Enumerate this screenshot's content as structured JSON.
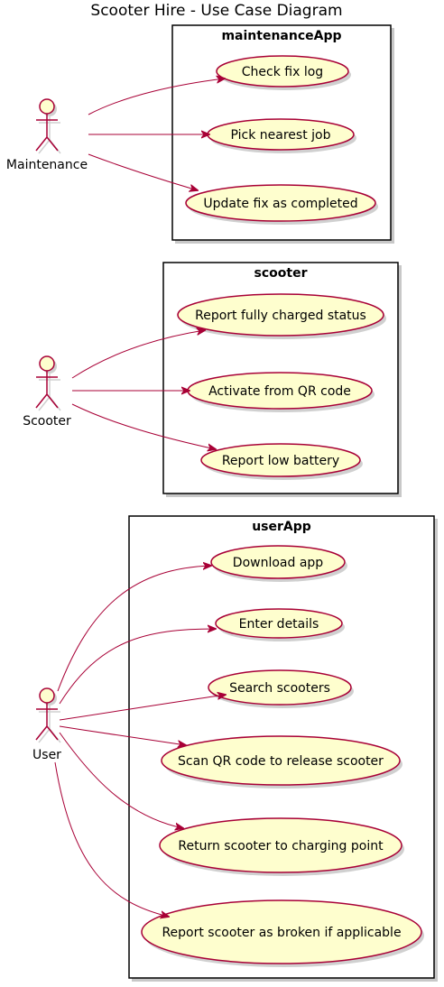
{
  "title": "Scooter Hire - Use Case Diagram",
  "colors": {
    "line": "#A80036",
    "usecase_fill": "#FEFECE",
    "border": "#000000"
  },
  "packages": {
    "maintenanceApp": {
      "name": "maintenanceApp",
      "actor": "Maintenance",
      "use_cases": [
        "Check fix log",
        "Pick nearest job",
        "Update fix as completed"
      ]
    },
    "scooter": {
      "name": "scooter",
      "actor": "Scooter",
      "use_cases": [
        "Report fully charged status",
        "Activate from QR code",
        "Report low battery"
      ]
    },
    "userApp": {
      "name": "userApp",
      "actor": "User",
      "use_cases": [
        "Download app",
        "Enter details",
        "Search scooters",
        "Scan QR code to release scooter",
        "Return scooter to charging point",
        "Report scooter as broken if applicable"
      ]
    }
  }
}
